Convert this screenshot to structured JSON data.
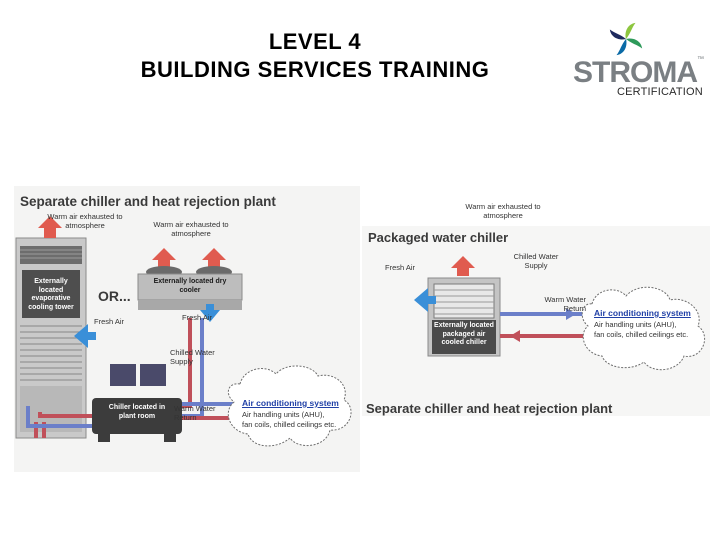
{
  "title": {
    "line1": "LEVEL 4",
    "line2": "BUILDING SERVICES TRAINING"
  },
  "logo": {
    "word": "STROMA",
    "tm": "™",
    "sub": "CERTIFICATION",
    "colors": [
      "#1e2a5e",
      "#8dc63f",
      "#2e9a5a",
      "#0a6aa6"
    ]
  },
  "left_diagram": {
    "heading": "Separate chiller and heat rejection plant",
    "warm_air_1": "Warm air exhausted to atmosphere",
    "warm_air_2": "Warm air exhausted to atmosphere",
    "tower_label": "Externally located evaporative cooling tower",
    "or_text": "OR...",
    "dry_cooler_label": "Externally located dry cooler",
    "fresh_air_1": "Fresh Air",
    "fresh_air_2": "Fresh Air",
    "chilled_water_supply": "Chilled Water Supply",
    "warm_water_return": "Warm Water Return",
    "chiller_label": "Chiller located in plant room",
    "ac_title": "Air conditioning system",
    "ac_line1": "Air handling units (AHU),",
    "ac_line2": "fan coils, chilled ceilings etc."
  },
  "right_diagram": {
    "warm_air": "Warm air exhausted to atmosphere",
    "heading": "Packaged water chiller",
    "fresh_air": "Fresh Air",
    "chilled_water_supply": "Chilled Water Supply",
    "warm_water_return": "Warm Water Return",
    "chiller_label": "Externally located packaged air cooled chiller",
    "ac_title": "Air conditioning system",
    "ac_line1": "Air handling units (AHU),",
    "ac_line2": "fan coils, chilled ceilings etc.",
    "caption": "Separate chiller and heat rejection plant"
  }
}
